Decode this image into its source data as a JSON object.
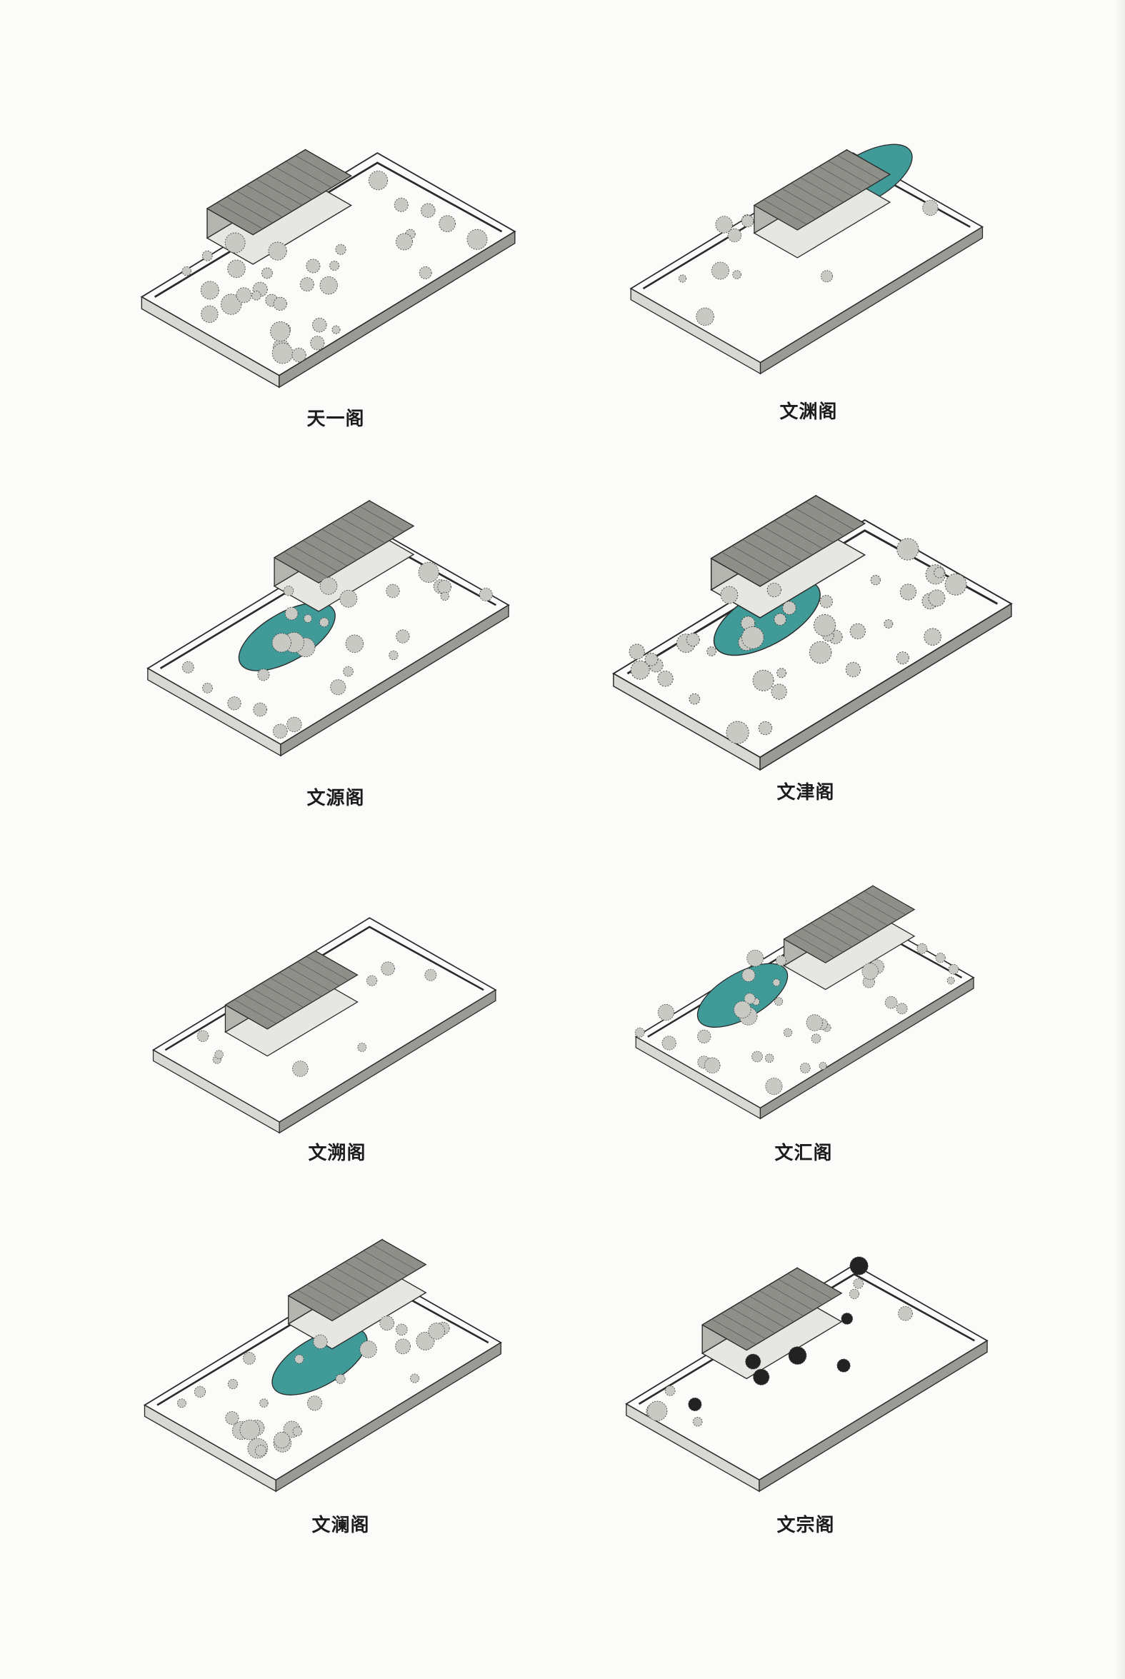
{
  "figures": [
    {
      "caption": "天一阁"
    },
    {
      "caption": "文渊阁"
    },
    {
      "caption": "文源阁"
    },
    {
      "caption": "文津阁"
    },
    {
      "caption": "文溯阁"
    },
    {
      "caption": "文汇阁"
    },
    {
      "caption": "文澜阁"
    },
    {
      "caption": "文宗阁"
    }
  ],
  "colors": {
    "water": "#3f9a98",
    "ink": "#2a2a2a",
    "paper": "#fbfbf9",
    "shade": "#9a9a96"
  }
}
